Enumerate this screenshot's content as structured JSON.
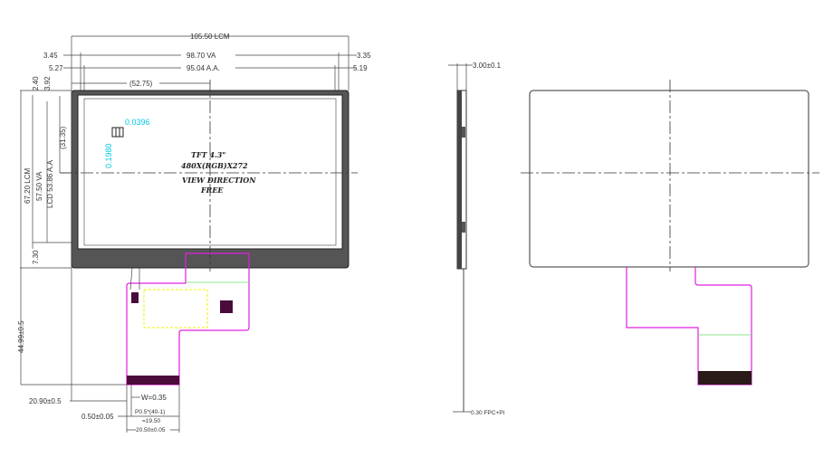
{
  "front_view": {
    "dims_top": {
      "lcm": "105.50 LCM",
      "va": "98.70 VA",
      "aa": "95.04 A.A.",
      "center": "(52.75)",
      "left_va": "3.45",
      "left_aa": "5.27",
      "right_va": "3.35",
      "right_aa": "5.19"
    },
    "dims_left": {
      "lcm": "67.20 LCM",
      "va": "57.50 VA",
      "aa": "LCD 53.86 A.A",
      "center": "(31.35)",
      "top1": "2.40",
      "top2": "3.92",
      "bottom": "7.30",
      "fpc_len": "44.99±0.5"
    },
    "pixel": {
      "w": "0.0396",
      "h": "0.1980"
    },
    "label": {
      "line1": "TFT 4.3\"",
      "line2": "480X(RGB)X272",
      "line3": "VIEW DIRECTION",
      "line4": "FREE"
    },
    "dims_bottom": {
      "offset": "20.90±0.5",
      "w": "W=0.35",
      "edge": "0.50±0.05",
      "pitch1": "P0.5*(40-1)",
      "pitch2": "=19.50",
      "width": "20.50±0.05"
    }
  },
  "side_view": {
    "thickness": "3.00±0.1",
    "fpc": "0.30 FPC+PI"
  },
  "colors": {
    "fpc": "#e020e0",
    "ic": "#f0f000",
    "pixel_dim": "#00c8e0",
    "connector": "#4a0a3a",
    "stiffener": "#66dd66"
  }
}
